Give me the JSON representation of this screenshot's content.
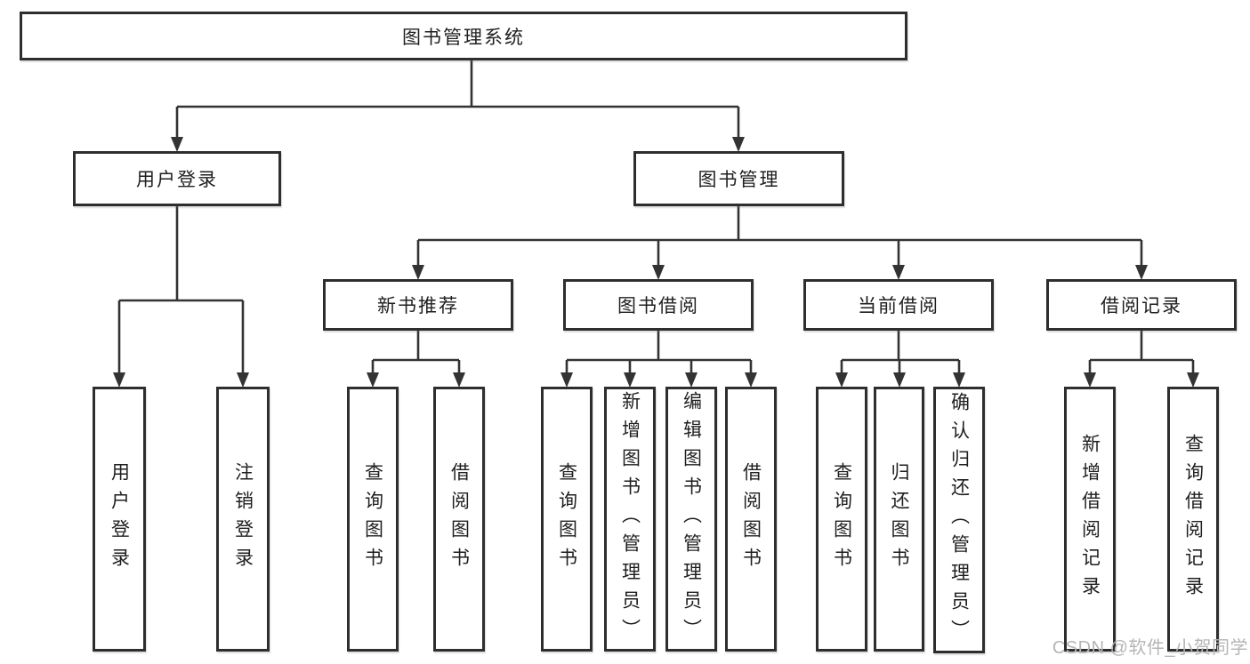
{
  "diagram": {
    "tree": {
      "root": "图书管理系统",
      "children": [
        {
          "label": "用户登录",
          "children": [
            "用户登录",
            "注销登录"
          ]
        },
        {
          "label": "图书管理",
          "children": [
            {
              "label": "新书推荐",
              "children": [
                "查询图书",
                "借阅图书"
              ]
            },
            {
              "label": "图书借阅",
              "children": [
                "查询图书",
                "新增图书（管理员）",
                "编辑图书（管理员）",
                "借阅图书"
              ]
            },
            {
              "label": "当前借阅",
              "children": [
                "查询图书",
                "归还图书",
                "确认归还（管理员）"
              ]
            },
            {
              "label": "借阅记录",
              "children": [
                "新增借阅记录",
                "查询借阅记录"
              ]
            }
          ]
        }
      ]
    },
    "watermark": "CSDN @软件_小贺同学",
    "colors": {
      "line": "#333333",
      "box_border": "#2e2e2e",
      "text": "#1f1f1f",
      "watermark": "#b5b5b5",
      "background": "#ffffff"
    }
  }
}
